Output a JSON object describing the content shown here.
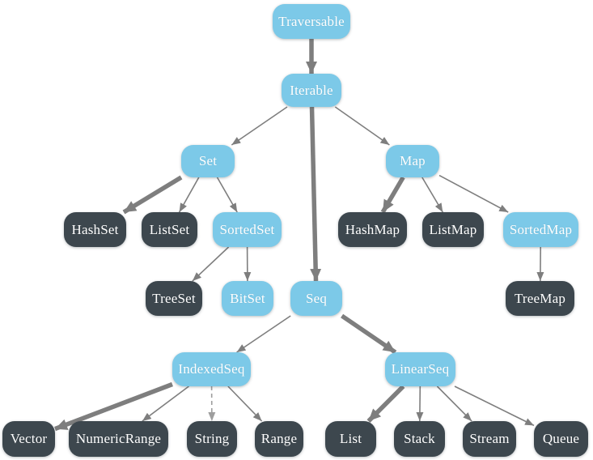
{
  "diagram": {
    "name": "collections-hierarchy",
    "colors": {
      "background": "#FFFFFF",
      "abstract_fill": "#7CC9E8",
      "concrete_fill": "#3D474E",
      "label_text": "#FFFFFF",
      "arrow": "#7E7E7E",
      "arrow_dashed": "#9E9E9E"
    },
    "nodes": [
      {
        "id": "traversable",
        "label": "Traversable",
        "kind": "abstract"
      },
      {
        "id": "iterable",
        "label": "Iterable",
        "kind": "abstract"
      },
      {
        "id": "set",
        "label": "Set",
        "kind": "abstract"
      },
      {
        "id": "map",
        "label": "Map",
        "kind": "abstract"
      },
      {
        "id": "hashset",
        "label": "HashSet",
        "kind": "concrete"
      },
      {
        "id": "listset",
        "label": "ListSet",
        "kind": "concrete"
      },
      {
        "id": "sortedset",
        "label": "SortedSet",
        "kind": "abstract"
      },
      {
        "id": "hashmap",
        "label": "HashMap",
        "kind": "concrete"
      },
      {
        "id": "listmap",
        "label": "ListMap",
        "kind": "concrete"
      },
      {
        "id": "sortedmap",
        "label": "SortedMap",
        "kind": "abstract"
      },
      {
        "id": "treeset",
        "label": "TreeSet",
        "kind": "concrete"
      },
      {
        "id": "bitset",
        "label": "BitSet",
        "kind": "abstract"
      },
      {
        "id": "seq",
        "label": "Seq",
        "kind": "abstract"
      },
      {
        "id": "treemap",
        "label": "TreeMap",
        "kind": "concrete"
      },
      {
        "id": "indexedseq",
        "label": "IndexedSeq",
        "kind": "abstract"
      },
      {
        "id": "linearseq",
        "label": "LinearSeq",
        "kind": "abstract"
      },
      {
        "id": "vector",
        "label": "Vector",
        "kind": "concrete"
      },
      {
        "id": "numericrange",
        "label": "NumericRange",
        "kind": "concrete"
      },
      {
        "id": "string",
        "label": "String",
        "kind": "concrete"
      },
      {
        "id": "range",
        "label": "Range",
        "kind": "concrete"
      },
      {
        "id": "list",
        "label": "List",
        "kind": "concrete"
      },
      {
        "id": "stack",
        "label": "Stack",
        "kind": "concrete"
      },
      {
        "id": "stream",
        "label": "Stream",
        "kind": "concrete"
      },
      {
        "id": "queue",
        "label": "Queue",
        "kind": "concrete"
      }
    ],
    "edges": [
      {
        "from": "traversable",
        "to": "iterable",
        "weight": "thick",
        "style": "solid"
      },
      {
        "from": "iterable",
        "to": "set",
        "weight": "thin",
        "style": "solid"
      },
      {
        "from": "iterable",
        "to": "map",
        "weight": "thin",
        "style": "solid"
      },
      {
        "from": "iterable",
        "to": "seq",
        "weight": "thick",
        "style": "solid"
      },
      {
        "from": "set",
        "to": "hashset",
        "weight": "thick",
        "style": "solid"
      },
      {
        "from": "set",
        "to": "listset",
        "weight": "thin",
        "style": "solid"
      },
      {
        "from": "set",
        "to": "sortedset",
        "weight": "thin",
        "style": "solid"
      },
      {
        "from": "map",
        "to": "hashmap",
        "weight": "thick",
        "style": "solid"
      },
      {
        "from": "map",
        "to": "listmap",
        "weight": "thin",
        "style": "solid"
      },
      {
        "from": "map",
        "to": "sortedmap",
        "weight": "thin",
        "style": "solid"
      },
      {
        "from": "sortedset",
        "to": "treeset",
        "weight": "thin",
        "style": "solid"
      },
      {
        "from": "sortedset",
        "to": "bitset",
        "weight": "thin",
        "style": "solid"
      },
      {
        "from": "sortedmap",
        "to": "treemap",
        "weight": "thin",
        "style": "solid"
      },
      {
        "from": "seq",
        "to": "indexedseq",
        "weight": "thin",
        "style": "solid"
      },
      {
        "from": "seq",
        "to": "linearseq",
        "weight": "thick",
        "style": "solid"
      },
      {
        "from": "indexedseq",
        "to": "vector",
        "weight": "thick",
        "style": "solid"
      },
      {
        "from": "indexedseq",
        "to": "numericrange",
        "weight": "thin",
        "style": "solid"
      },
      {
        "from": "indexedseq",
        "to": "string",
        "weight": "thin",
        "style": "dashed"
      },
      {
        "from": "indexedseq",
        "to": "range",
        "weight": "thin",
        "style": "solid"
      },
      {
        "from": "linearseq",
        "to": "list",
        "weight": "thick",
        "style": "solid"
      },
      {
        "from": "linearseq",
        "to": "stack",
        "weight": "thin",
        "style": "solid"
      },
      {
        "from": "linearseq",
        "to": "stream",
        "weight": "thin",
        "style": "solid"
      },
      {
        "from": "linearseq",
        "to": "queue",
        "weight": "thin",
        "style": "solid"
      }
    ]
  }
}
